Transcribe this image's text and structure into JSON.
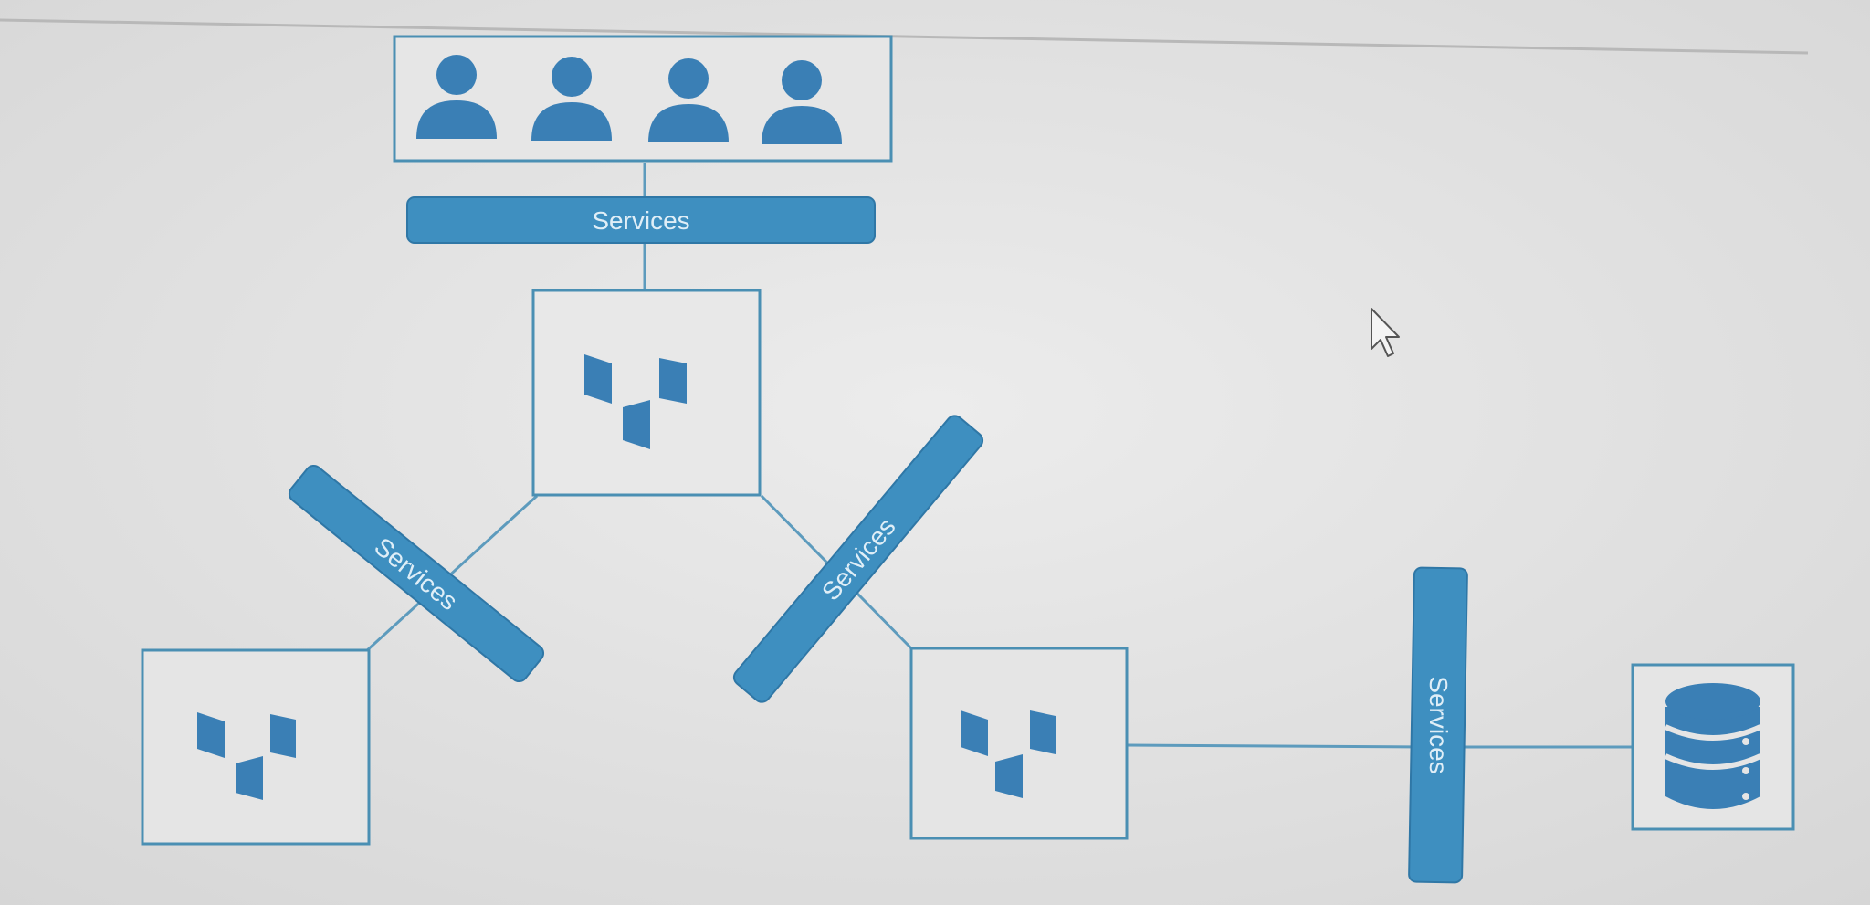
{
  "diagram": {
    "users_group": {
      "user_count": 4,
      "icon": "person-icon"
    },
    "service_bars": [
      {
        "id": "top",
        "label": "Services"
      },
      {
        "id": "left",
        "label": "Services"
      },
      {
        "id": "middle",
        "label": "Services"
      },
      {
        "id": "right",
        "label": "Services"
      }
    ],
    "component_nodes": [
      {
        "id": "top",
        "icon": "component-blocks-icon"
      },
      {
        "id": "bottom-left",
        "icon": "component-blocks-icon"
      },
      {
        "id": "bottom-middle",
        "icon": "component-blocks-icon"
      }
    ],
    "database_node": {
      "icon": "database-icon"
    },
    "cursor": {
      "icon": "mouse-pointer-icon"
    },
    "colors": {
      "background": "#e2e2e2",
      "accent": "#3e8fc0",
      "accent_dark": "#2f77a6",
      "outline": "#4a8fb3",
      "icon_fill": "#3a7fb5",
      "label_text": "#dfeef7"
    }
  }
}
